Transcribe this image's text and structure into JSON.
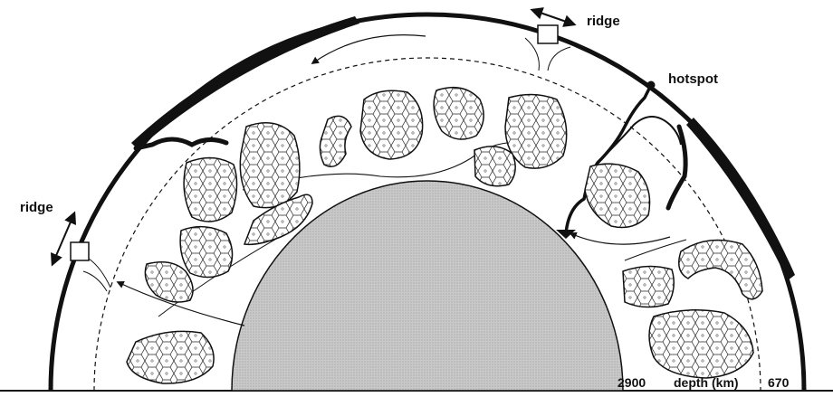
{
  "labels": {
    "ridge_top": "ridge",
    "ridge_left": "ridge",
    "hotspot": "hotspot",
    "depth_core": "2900",
    "depth_caption": "depth (km)",
    "depth_upper": "670"
  },
  "colors": {
    "ink": "#111111",
    "core_fill": "#c8c8c8",
    "background": "#ffffff"
  }
}
